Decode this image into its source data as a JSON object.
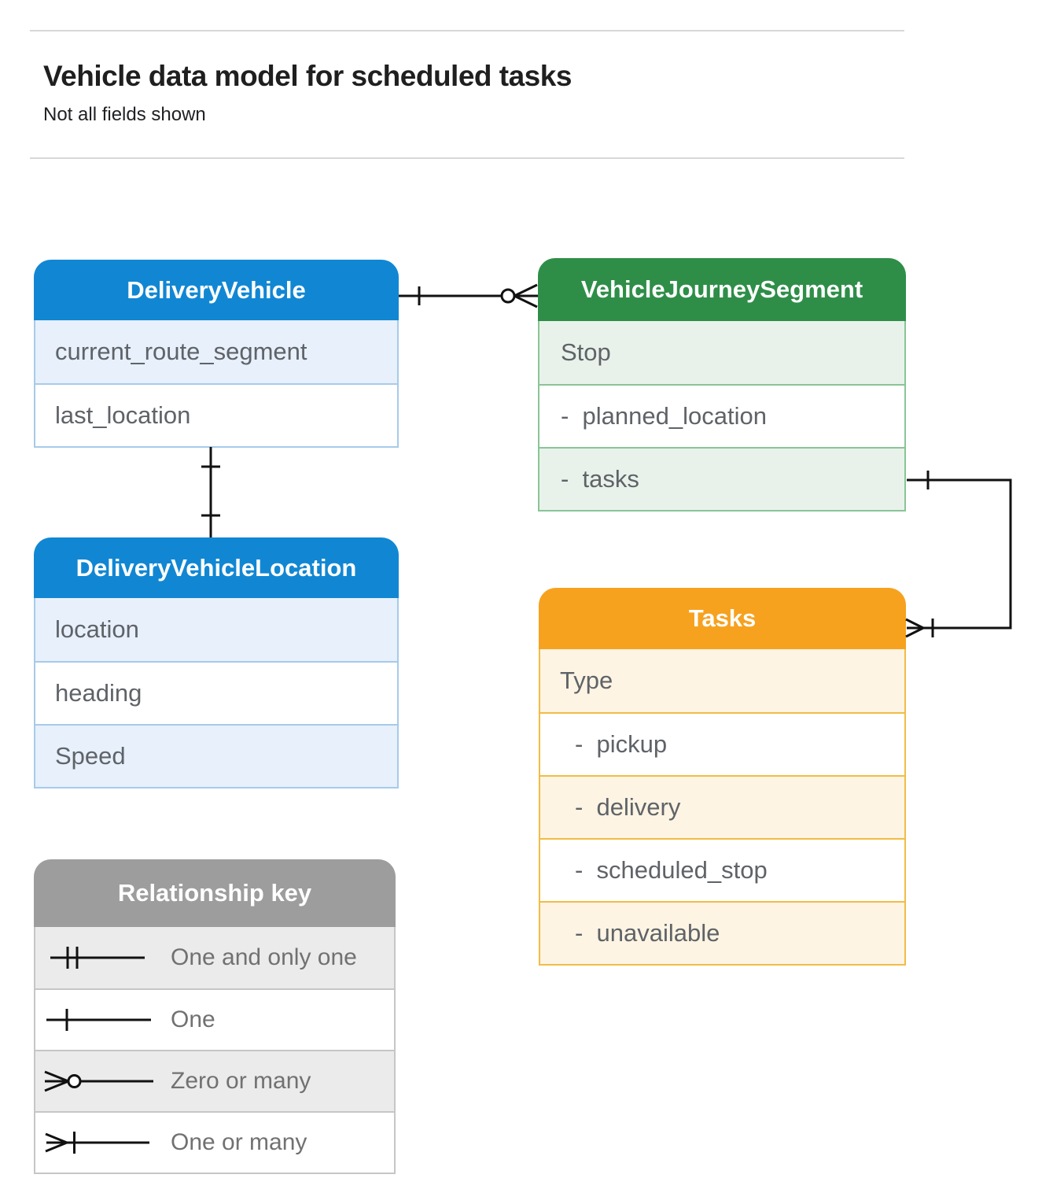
{
  "title": "Vehicle data model for scheduled tasks",
  "subtitle": "Not all fields shown",
  "entities": {
    "delivery_vehicle": {
      "title": "DeliveryVehicle",
      "rows": [
        "current_route_segment",
        "last_location"
      ]
    },
    "vehicle_journey_segment": {
      "title": "VehicleJourneySegment",
      "rows": [
        "Stop",
        "-  planned_location",
        "-  tasks"
      ]
    },
    "delivery_vehicle_location": {
      "title": "DeliveryVehicleLocation",
      "rows": [
        "location",
        "heading",
        "Speed"
      ]
    },
    "tasks": {
      "title": "Tasks",
      "rows": [
        "Type",
        "-  pickup",
        "-  delivery",
        "-  scheduled_stop",
        "-  unavailable"
      ]
    }
  },
  "relationships": [
    {
      "from": "DeliveryVehicle",
      "to": "VehicleJourneySegment",
      "from_cardinality": "one",
      "to_cardinality": "zero or many"
    },
    {
      "from": "DeliveryVehicle",
      "to": "DeliveryVehicleLocation",
      "from_cardinality": "one",
      "to_cardinality": "one"
    },
    {
      "from": "VehicleJourneySegment.tasks",
      "to": "Tasks",
      "from_cardinality": "one",
      "to_cardinality": "one or many"
    }
  ],
  "legend": {
    "title": "Relationship key",
    "items": [
      {
        "icon": "one-and-only-one-symbol",
        "label": "One and only one"
      },
      {
        "icon": "one-symbol",
        "label": "One"
      },
      {
        "icon": "zero-or-many-symbol",
        "label": "Zero or many"
      },
      {
        "icon": "one-or-many-symbol",
        "label": "One or many"
      }
    ]
  },
  "colors": {
    "blue": "#1187d3",
    "blue_light": "#e7f0fb",
    "blue_border": "#a6cbea",
    "green": "#2e8e48",
    "green_light": "#e8f2ea",
    "green_border": "#8ac498",
    "orange": "#f6a21f",
    "orange_light": "#fdf4e3",
    "orange_border": "#f2bc45",
    "gray": "#9d9d9d",
    "gray_light": "#ebebeb",
    "gray_border": "#c6c6c6",
    "row_text": "#5f6368",
    "legend_text": "#717171",
    "title_text": "#1f1f1f",
    "rule": "#d8d8d8",
    "line": "#111111"
  }
}
